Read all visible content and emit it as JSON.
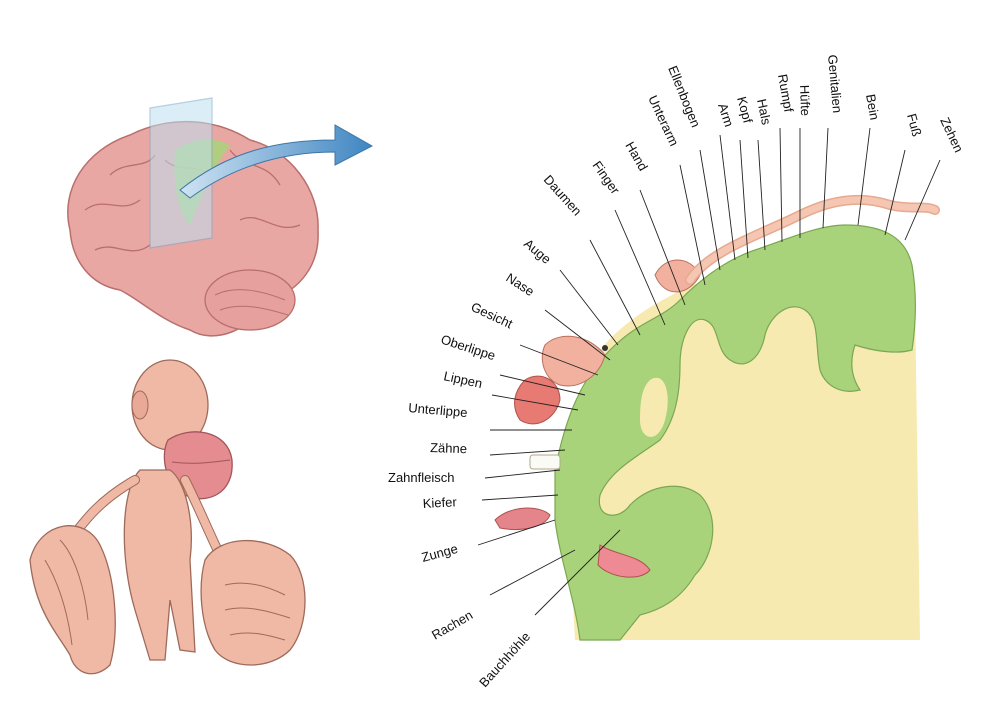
{
  "labels": {
    "zehen": "Zehen",
    "fuss": "Fuß",
    "bein": "Bein",
    "genitalien": "Genitalien",
    "huefte": "Hüfte",
    "rumpf": "Rumpf",
    "hals": "Hals",
    "kopf": "Kopf",
    "arm": "Arm",
    "ellenbogen": "Ellenbogen",
    "unterarm": "Unterarm",
    "hand": "Hand",
    "finger": "Finger",
    "daumen": "Daumen",
    "auge": "Auge",
    "nase": "Nase",
    "gesicht": "Gesicht",
    "oberlippe": "Oberlippe",
    "lippen": "Lippen",
    "unterlippe": "Unterlippe",
    "zaehne": "Zähne",
    "zahnfleisch": "Zahnfleisch",
    "kiefer": "Kiefer",
    "zunge": "Zunge",
    "rachen": "Rachen",
    "bauchhoehle": "Bauchhöhle"
  },
  "colors": {
    "cortex_green": "#a9d37a",
    "white_matter": "#f6eab0",
    "brain_pink": "#e9a7a4",
    "skin": "#f0b9a6",
    "arrow_blue": "#5b9ac9"
  },
  "icons": {
    "brain": "brain-illustration",
    "homunculus": "homunculus-figure",
    "arrow": "curved-arrow-icon"
  }
}
